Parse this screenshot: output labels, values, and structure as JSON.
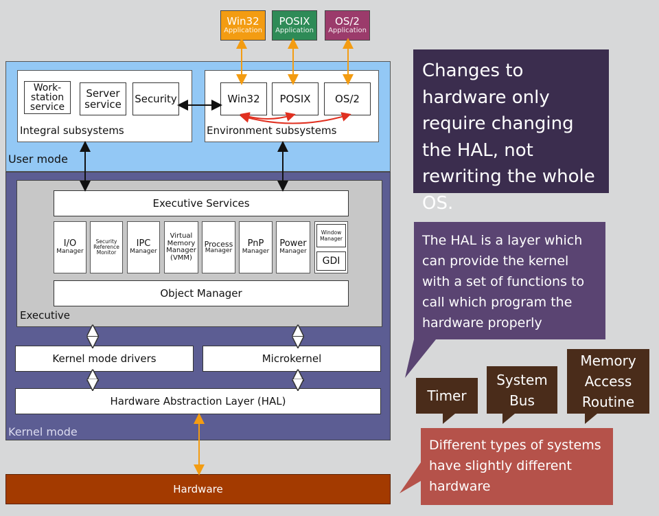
{
  "applications": [
    {
      "name": "Win32",
      "sub": "Application",
      "color": "#f39c12"
    },
    {
      "name": "POSIX",
      "sub": "Application",
      "color": "#2e8b57"
    },
    {
      "name": "OS/2",
      "sub": "Application",
      "color": "#9b3b6b"
    }
  ],
  "user_mode": {
    "label": "User mode",
    "color": "#93c8f5",
    "integral": {
      "label": "Integral subsystems",
      "workstation": "Work-\nstation\nservice",
      "server": "Server\nservice",
      "security": "Security"
    },
    "environment": {
      "label": "Environment subsystems",
      "win32": "Win32",
      "posix": "POSIX",
      "os2": "OS/2"
    }
  },
  "kernel_mode": {
    "label": "Kernel mode",
    "color": "#5c5d93",
    "executive": {
      "label": "Executive",
      "services": "Executive Services",
      "object_manager": "Object Manager",
      "managers": [
        {
          "title": "I/O",
          "sub": "Manager"
        },
        {
          "title": "Security\nReference\nMonitor",
          "sub": ""
        },
        {
          "title": "IPC",
          "sub": "Manager"
        },
        {
          "title": "Virtual\nMemory\nManager\n(VMM)",
          "sub": ""
        },
        {
          "title": "Process",
          "sub": "Manager"
        },
        {
          "title": "PnP",
          "sub": "Manager"
        },
        {
          "title": "Power",
          "sub": "Manager"
        }
      ],
      "window_manager": "Window\nManager",
      "gdi": "GDI"
    },
    "kernel_mode_drivers": "Kernel mode drivers",
    "microkernel": "Microkernel",
    "hal": "Hardware Abstraction Layer (HAL)"
  },
  "hardware": {
    "label": "Hardware",
    "color": "#a33a00"
  },
  "callouts": {
    "changes": {
      "text": "Changes to hardware only require changing the HAL, not rewriting the whole OS.",
      "color": "#3b2d4e"
    },
    "hal_desc": {
      "text": "The HAL is a layer which can provide the kernel with a set of functions to call which program the hardware properly",
      "color": "#5a4472"
    },
    "different": {
      "text": "Different types of systems have slightly different hardware",
      "color": "#b5524a"
    }
  },
  "tags": {
    "timer": "Timer",
    "system_bus": "System\nBus",
    "memory_access": "Memory\nAccess\nRoutine"
  }
}
